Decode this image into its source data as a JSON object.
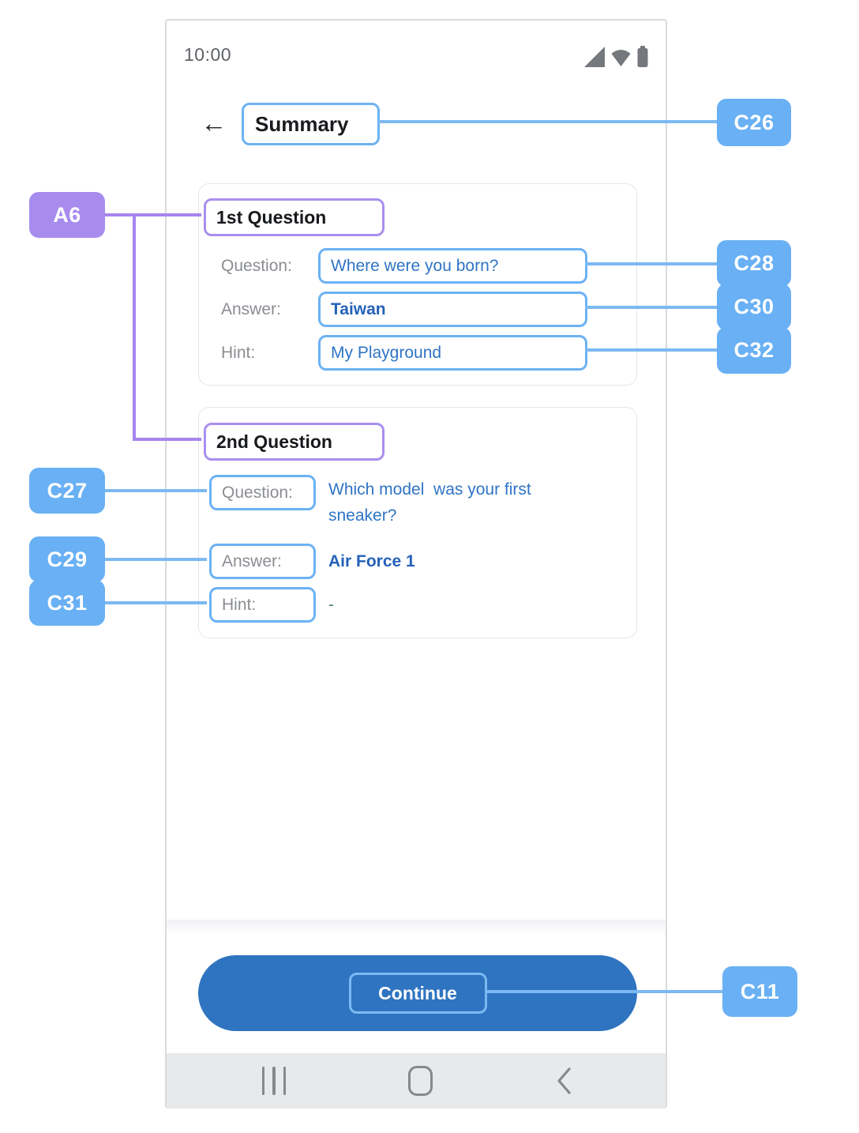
{
  "status_bar": {
    "time": "10:00"
  },
  "header": {
    "back_icon": "←",
    "title": "Summary"
  },
  "cards": [
    {
      "heading": "1st Question",
      "rows": [
        {
          "label": "Question:",
          "value": "Where were you born?"
        },
        {
          "label": "Answer:",
          "value": "Taiwan"
        },
        {
          "label": "Hint:",
          "value": "My Playground"
        }
      ]
    },
    {
      "heading": "2nd Question",
      "rows": [
        {
          "label": "Question:",
          "value": "Which model  was your first sneaker?"
        },
        {
          "label": "Answer:",
          "value": "Air Force 1"
        },
        {
          "label": "Hint:",
          "value": "-"
        }
      ]
    }
  ],
  "footer": {
    "continue_label": "Continue"
  },
  "nav_bar": {
    "icons": [
      "recents-icon",
      "home-icon",
      "back-icon"
    ]
  },
  "status_icons": [
    "signal-icon",
    "wifi-icon",
    "battery-icon"
  ],
  "annotations": {
    "a6": "A6",
    "c26": "C26",
    "c27": "C27",
    "c28": "C28",
    "c29": "C29",
    "c30": "C30",
    "c31": "C31",
    "c32": "C32",
    "c11": "C11"
  },
  "colors": {
    "annotation_blue": "#69B0F4",
    "annotation_purple": "#A78CEE",
    "outline_blue": "#6CB2F4",
    "outline_purple": "#A98FEF",
    "connector_blue": "#7CB9F2",
    "connector_purple": "#A685EE",
    "value_blue": "#2F74C5",
    "answer_bold_blue": "#2561B8",
    "hint_dash_green": "#4E7E5F",
    "button_blue": "#2F74C0",
    "nav_bar_gray": "#E7E9EB"
  }
}
